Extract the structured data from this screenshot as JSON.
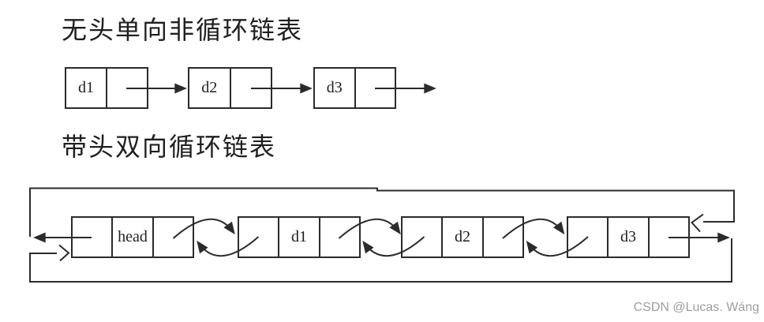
{
  "colors": {
    "line": "#2b2b2b",
    "text": "#1f1f1f",
    "watermark": "#9e9e9e",
    "bg": "#ffffff"
  },
  "diagram1": {
    "title": "无头单向非循环链表",
    "nodes": [
      {
        "label": "d1"
      },
      {
        "label": "d2"
      },
      {
        "label": "d3"
      }
    ]
  },
  "diagram2": {
    "title": "带头双向循环链表",
    "nodes": [
      {
        "label": "head"
      },
      {
        "label": "d1"
      },
      {
        "label": "d2"
      },
      {
        "label": "d3"
      }
    ]
  },
  "watermark": {
    "text": "CSDN @Lucas. Wáng"
  }
}
